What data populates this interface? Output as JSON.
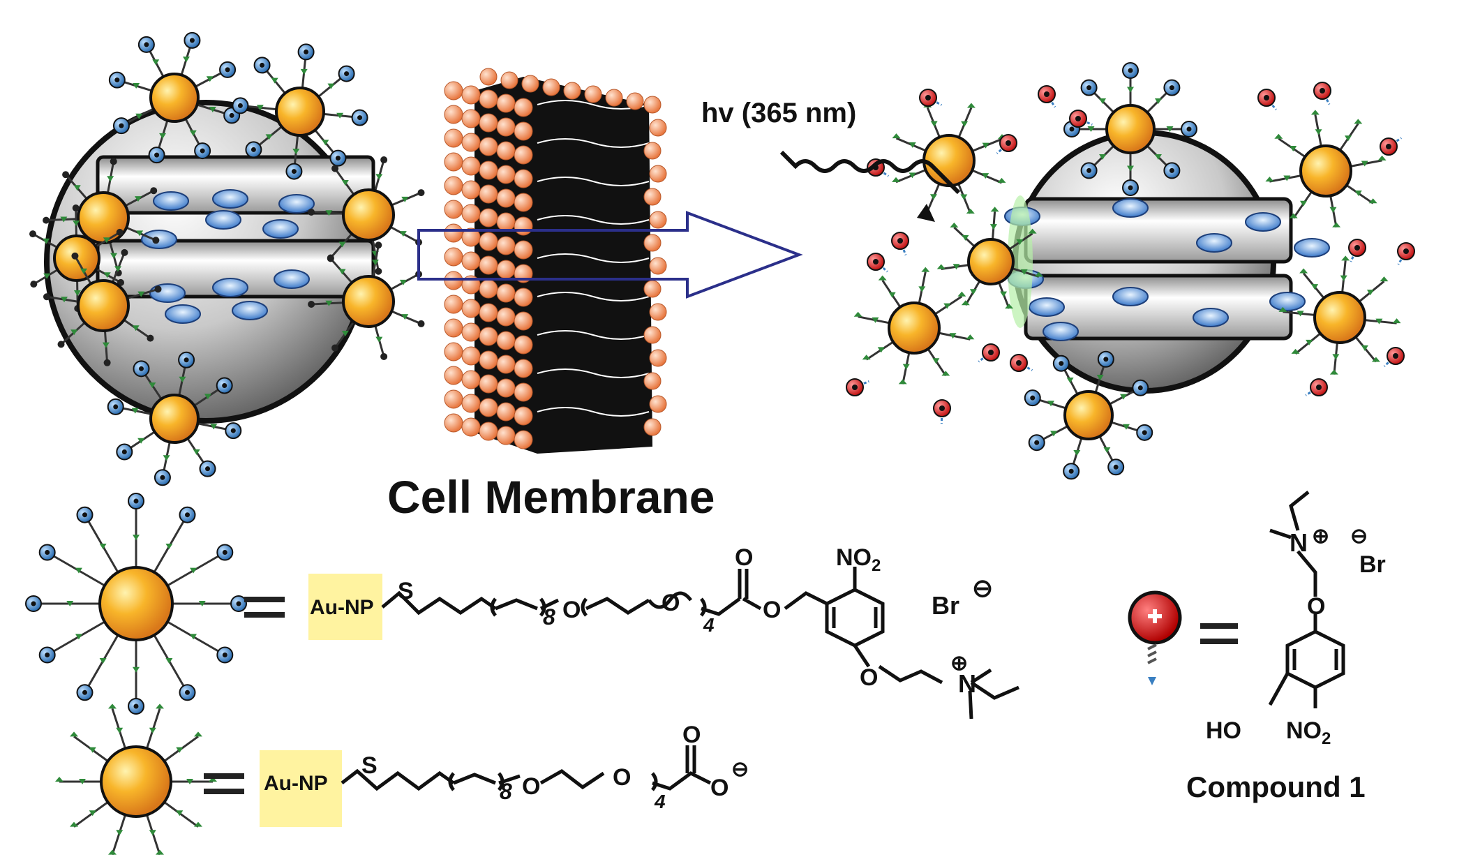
{
  "labels": {
    "light": "hv (365 nm)",
    "membrane": "Cell Membrane",
    "compound": "Compound 1"
  },
  "chem1": {
    "aunp": "Au-NP",
    "s": "S",
    "sub8": "8",
    "o1": "O",
    "o2": "O",
    "sub4": "4",
    "o_carbonyl": "O",
    "o_ester": "O",
    "no2": "NO",
    "no2_sub": "2",
    "br": "Br",
    "neg": "⊖",
    "o_ether": "O",
    "nplus": "N",
    "plus": "⊕"
  },
  "chem2": {
    "aunp": "Au-NP",
    "s": "S",
    "sub8": "8",
    "o1": "O",
    "o2": "O",
    "sub4": "4",
    "o_carbonyl": "O",
    "o_minus": "O",
    "neg": "⊖"
  },
  "chem3": {
    "n": "N",
    "plus": "⊕",
    "neg": "⊖",
    "br": "Br",
    "o": "O",
    "ho": "HO",
    "no2": "NO",
    "no2_sub": "2"
  },
  "colors": {
    "gold": "#f5a623",
    "blue_ligand": "#3a7fc1",
    "red_ligand": "#d92020",
    "membrane_head": "#f0956a",
    "arrow": "#2b2f8a",
    "highlight": "#fff3a0"
  }
}
